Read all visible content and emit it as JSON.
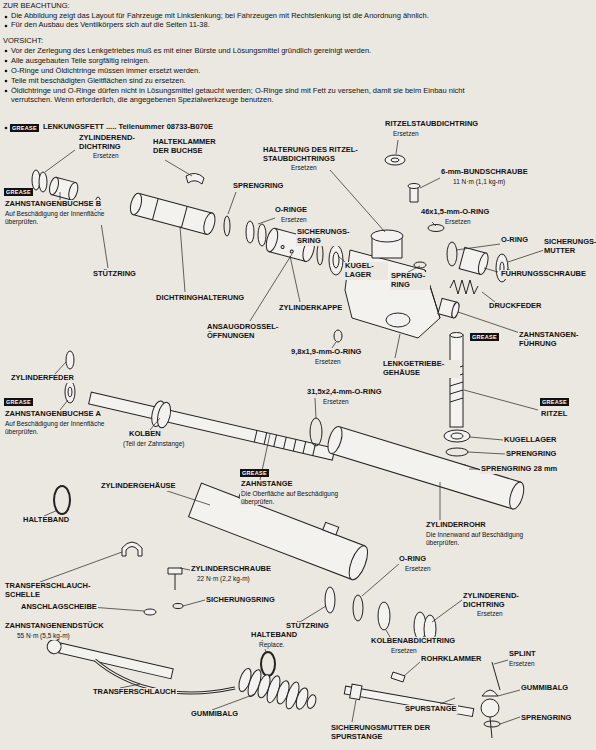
{
  "diagram": {
    "labels": [
      "ZUR BEACHTUNG:",
      "Die Abbildung zeigt das Layout für Fahrzeuge mit Linkslenkung; bei Fahrzeugen mit Rechtslenkung ist die Anordnung ähnlich.",
      "Für den Ausbau des Ventilkörpers sich auf die Seiten 11-38.",
      "VORSICHT:",
      "Vor der Zerlegung des Lenkgetriebes muß es mit einer Bürste und Lösungsmittel gründlich gereinigt werden.",
      "Alle ausgebauten Teile sorgfältig reinigen.",
      "O-Ringe und Öldichtringe müssen immer ersetzt werden.",
      "Teile mit beschädigten Gleitflächen sind zu ersetzen.",
      "Öldichtringe und O-Ringe dürfen nicht in Lösungsmittel getaucht werden; O-Ringe sind mit Fett zu versehen, damit sie beim Einbau nicht verrutschen. Wenn erforderlich, die angegebenen Spezialwerkzeuge benutzen.",
      "GREASE",
      "LENKUNGSFETT ..... Teilenummer 08733-B070E",
      "ZYLINDEREND-DICHTRING",
      "Ersetzen",
      "HALTEKLAMMER DER BUCHSE",
      "HALTERUNG DES RITZEL-STAUBDICHTRINGS",
      "Ersetzen",
      "RITZELSTAUBDICHTRING",
      "Ersetzen",
      "SPRENGRING",
      "6-mm-BUNDSCHRAUBE",
      "11 N·m (1,1 kg-m)",
      "O-RINGE",
      "Ersetzen",
      "46x1,5-mm-O-RING",
      "Ersetzen",
      "SICHERUNGS-SRING",
      "KUGEL-LAGER",
      "O-RING",
      "SICHERUNGS-MUTTER",
      "STÜTZRING",
      "SPRENG-RING",
      "FÜHRUNGSSCHRAUBE",
      "DICHTRINGHALTERUNG",
      "ZYLINDERKAPPE",
      "DRUCKFEDER",
      "ANSAUGDROSSEL-ÖFFNUNGEN",
      "ZAHNSTANGEN-FÜHRUNG",
      "9,8x1,9-mm-O-RING",
      "Ersetzen",
      "LENKGETRIEBE-GEHÄUSE",
      "ZAHNSTANGENBUCHSE B",
      "Auf Beschädigung der Innenfläche überprüfen.",
      "GREASE",
      "ZYLINDERFEDER",
      "ZAHNSTANGENBUCHSE A",
      "Auf Beschädigung der Innenfläche überprüfen.",
      "GREASE",
      "KOLBEN",
      "(Teil der Zahnstange)",
      "31,5x2,4-mm-O-RING",
      "Ersetzen",
      "GREASE",
      "RITZEL",
      "GREASE",
      "KUGELLAGER",
      "SPRENGRING",
      "SPRENGRING 28 mm",
      "ZYLINDERGEHÄUSE",
      "ZAHNSTANGE",
      "GREASE",
      "Die Oberfläche auf Beschädigung überprüfen.",
      "HALTEBAND",
      "ZYLINDERROHR",
      "Die Innenwand auf Beschädigung überprüfen.",
      "O-RING",
      "Ersetzen",
      "ZYLINDERSCHRAUBE",
      "22 N·m (2,2 kg-m)",
      "TRANSFERSCHLAUCH-SCHELLE",
      "SICHERUNGSRING",
      "ANSCHLAGSCHEIBE",
      "STÜTZRING",
      "ZYLINDEREND-DICHTRING",
      "Ersetzen",
      "ZAHNSTANGENENDSTÜCK",
      "55 N·m (5,5 kg-m)",
      "KOLBENABDICHTRING",
      "Ersetzen",
      "HALTEBAND",
      "Replace.",
      "ROHRKLAMMER",
      "SPLINT",
      "Ersetzen",
      "TRANSFERSCHLAUCH",
      "GUMMIBALG",
      "GUMMIBALG",
      "SPURSTANGE",
      "SPRENGRING",
      "SICHERUNGSMUTTER DER SPURSTANGE"
    ]
  }
}
